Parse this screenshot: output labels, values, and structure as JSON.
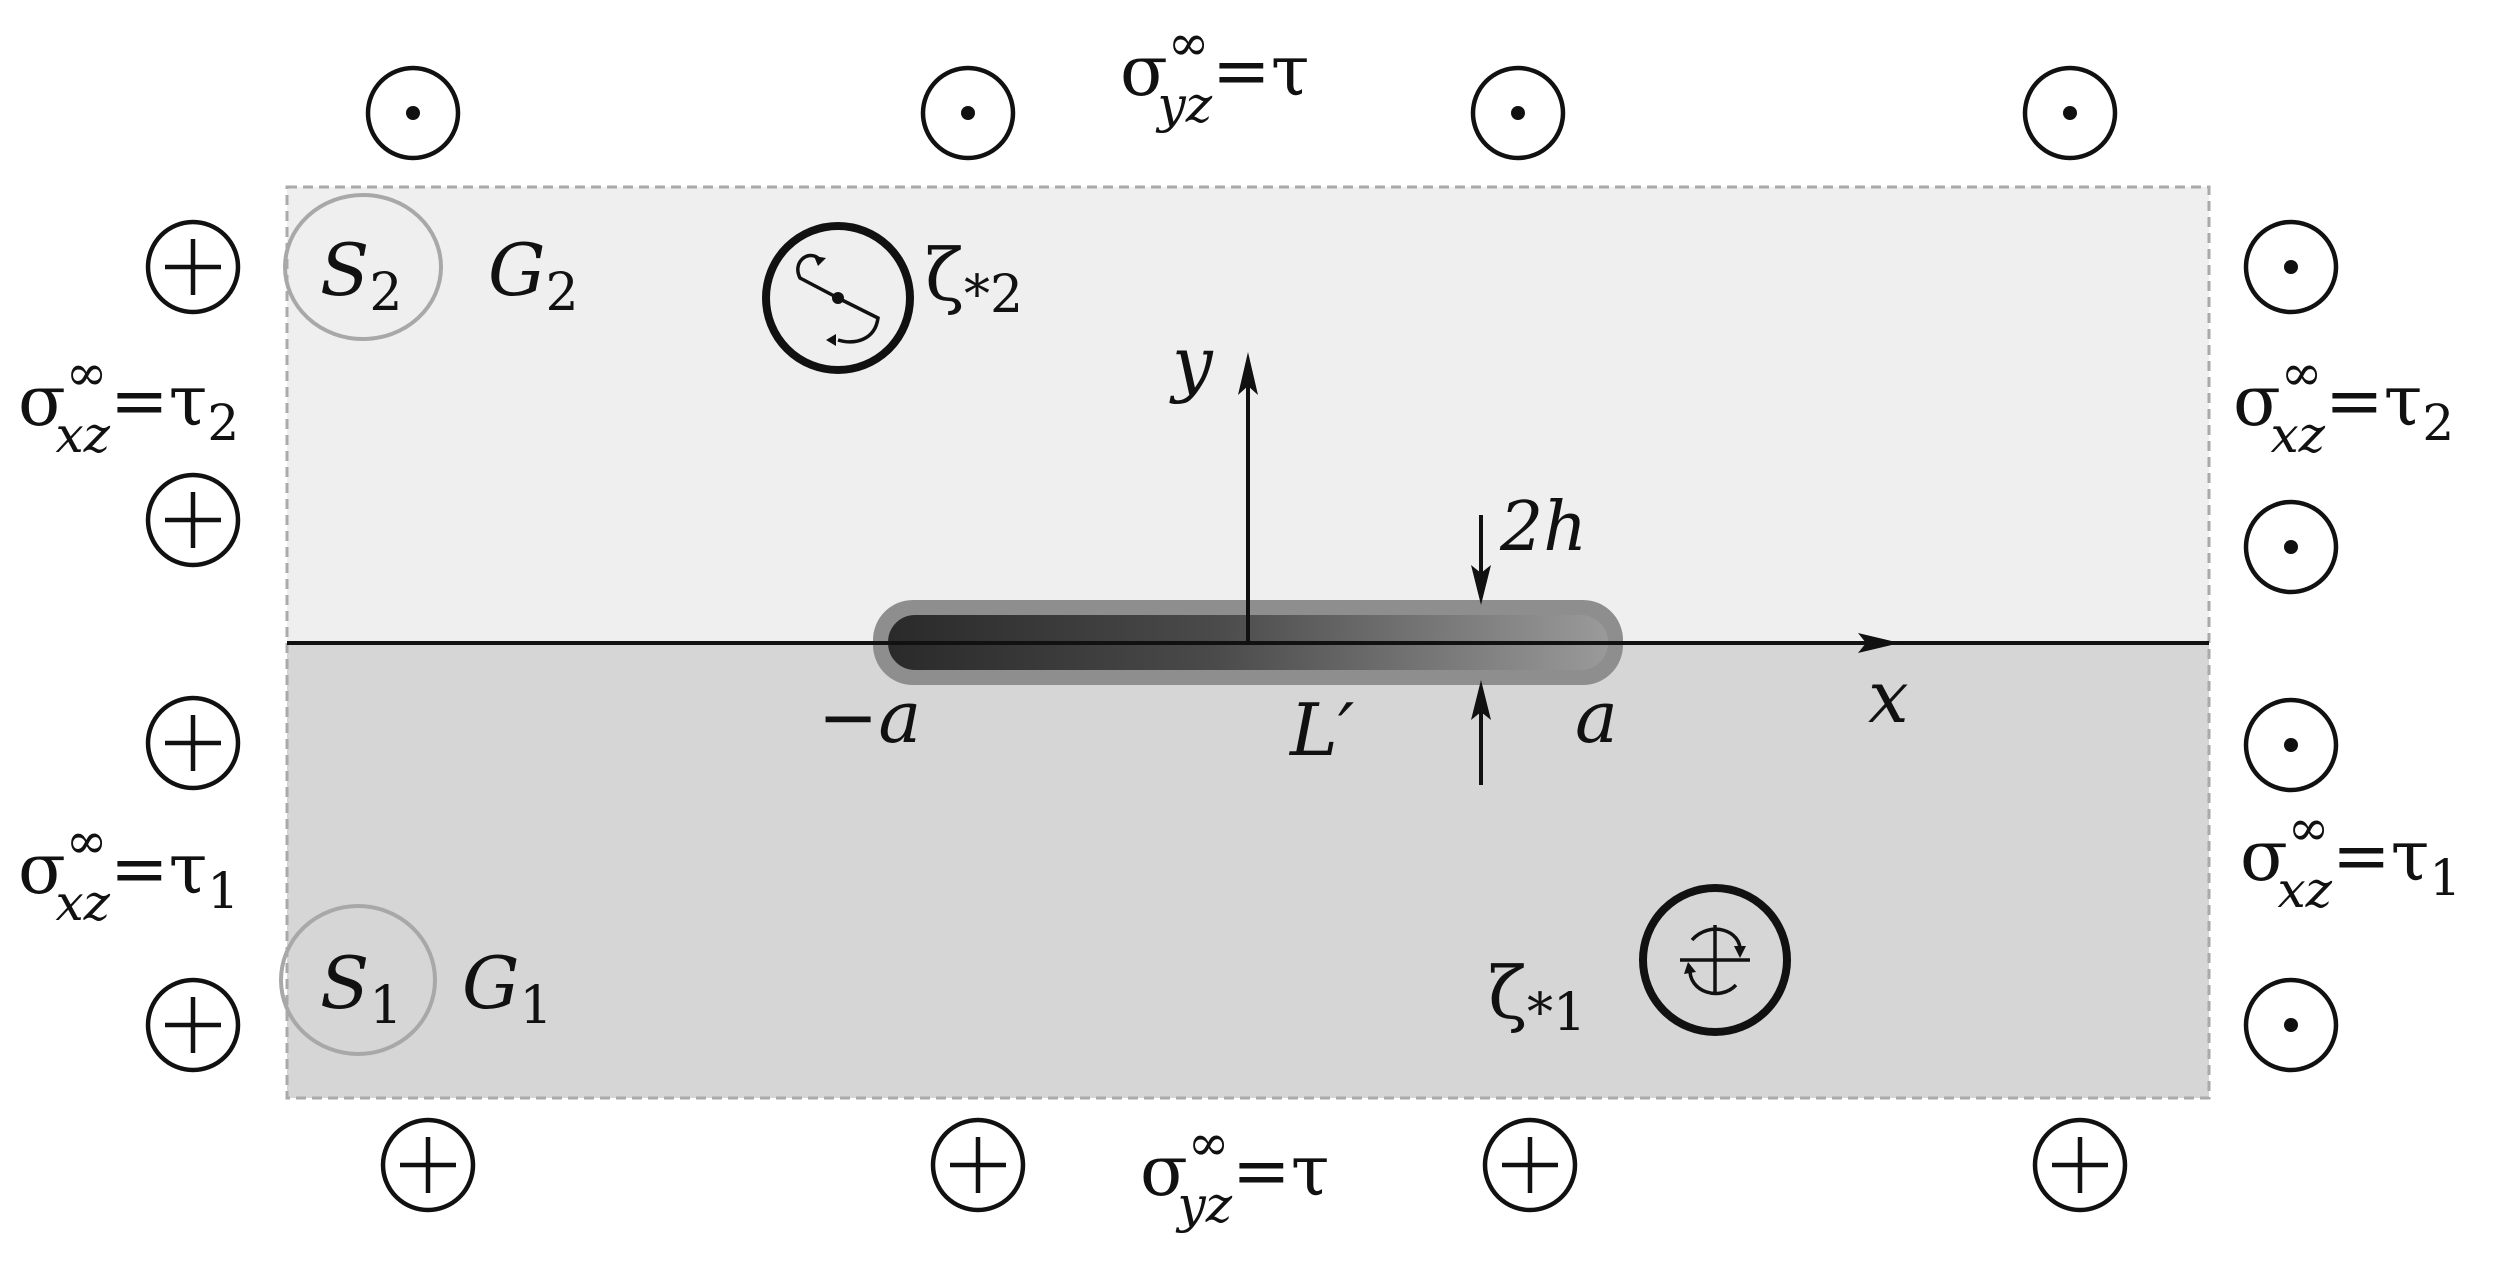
{
  "colors": {
    "upper_region": "#efefef",
    "lower_region": "#d6d6d6",
    "region_border": "#aaaaaa",
    "ink": "#111111",
    "subregion_circle": "#a8a8a8"
  },
  "stress": {
    "sigma": "σ",
    "infinity": "∞",
    "yz": "yz",
    "xz": "xz",
    "tau_top": "=τ",
    "tau_bottom": "=τ",
    "tau_upper": "=τ",
    "tau_lower": "=τ",
    "sub_upper": "2",
    "sub_lower": "1"
  },
  "regions": {
    "s_upper": "S",
    "s_upper_sub": "2",
    "g_upper": "G",
    "g_upper_sub": "2",
    "s_lower": "S",
    "s_lower_sub": "1",
    "g_lower": "G",
    "g_lower_sub": "1"
  },
  "singular_points": {
    "upper_symbol": "ζ",
    "upper_sub": "*2",
    "lower_symbol": "ζ",
    "lower_sub": "*1"
  },
  "axes": {
    "y_label": "y",
    "x_label": "x"
  },
  "crack": {
    "left_end": "−a",
    "right_end": "a",
    "contour": "L′",
    "thickness": "2h"
  },
  "icons": {
    "out_of_plane": "dot-in-circle-icon",
    "into_plane": "plus-in-circle-icon"
  }
}
